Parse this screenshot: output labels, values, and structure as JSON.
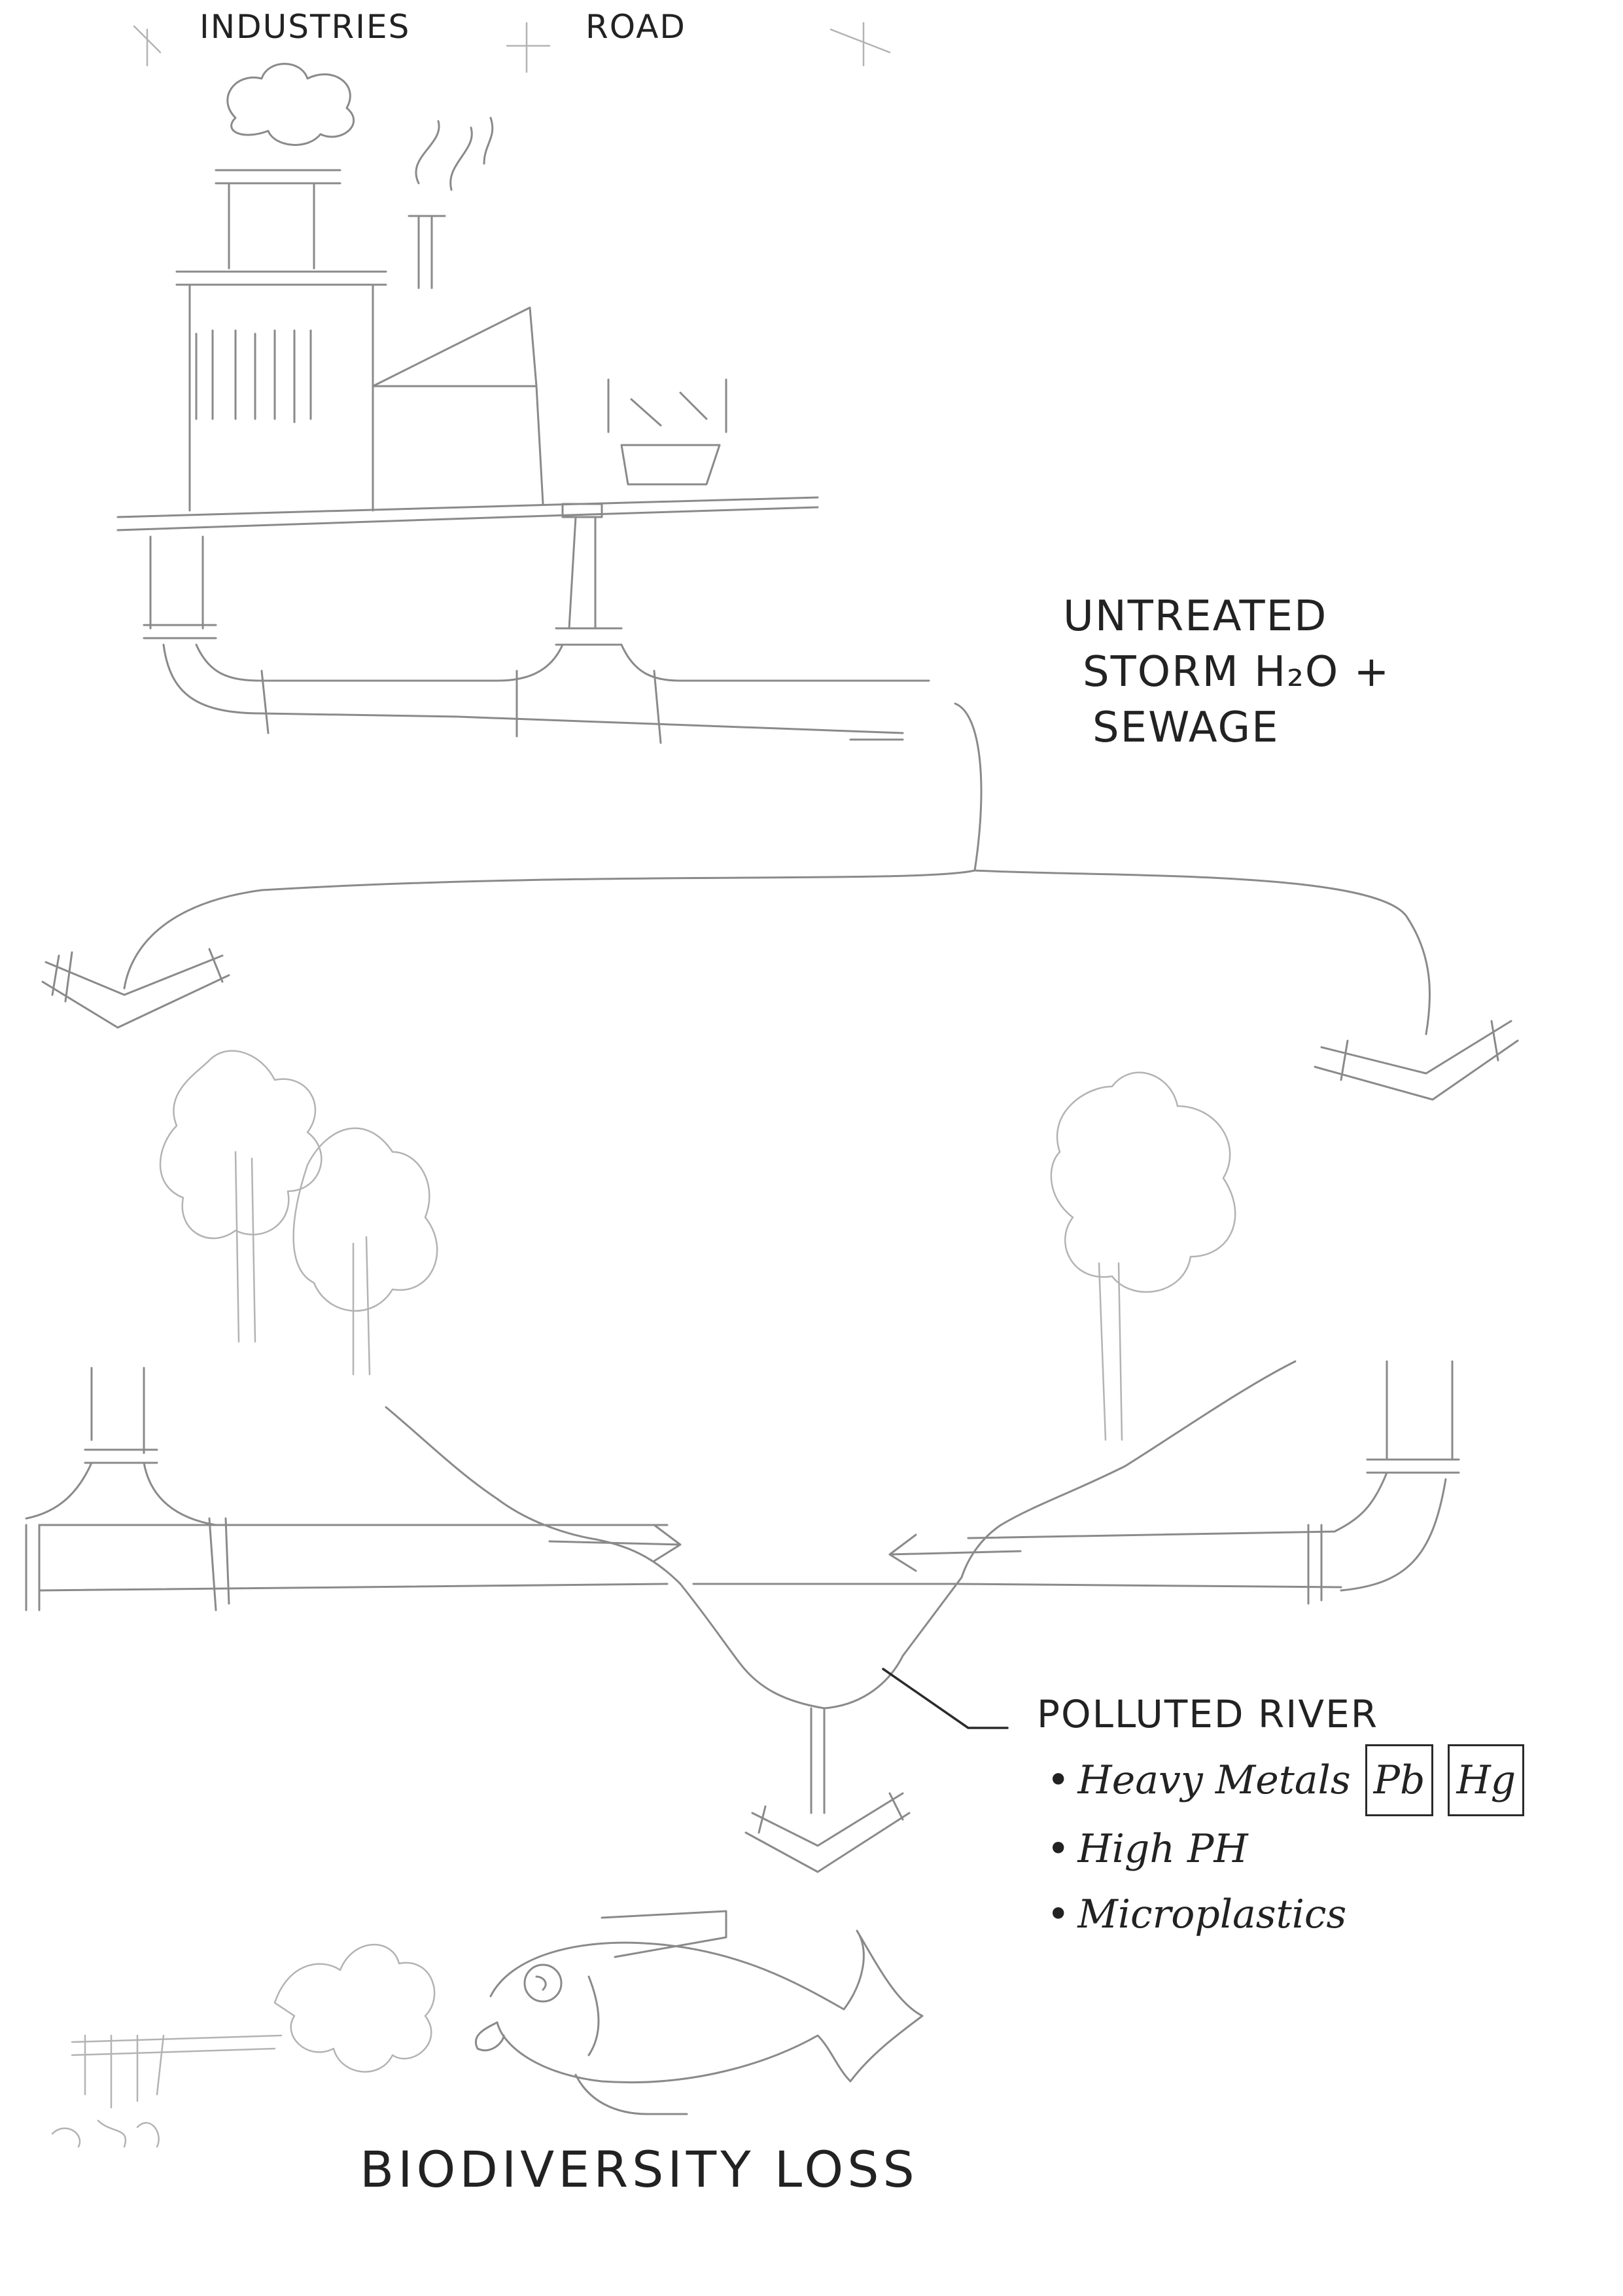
{
  "labels": {
    "industries": "INDUSTRIES",
    "road": "ROAD",
    "source_line1": "UNTREATED",
    "source_line2": "STORM H₂O +",
    "source_line3": "SEWAGE",
    "river_title": "POLLUTED RIVER",
    "outcome": "BIODIVERSITY LOSS"
  },
  "pollutants": {
    "heavy_metals": "Heavy Metals",
    "metal_1": "Pb",
    "metal_2": "Hg",
    "high_ph": "High PH",
    "microplastics": "Microplastics"
  },
  "colors": {
    "pencil": "#8a8a8a",
    "pencil_light": "#b3b3b3",
    "ink": "#2a2a2a",
    "paper": "#ffffff"
  }
}
